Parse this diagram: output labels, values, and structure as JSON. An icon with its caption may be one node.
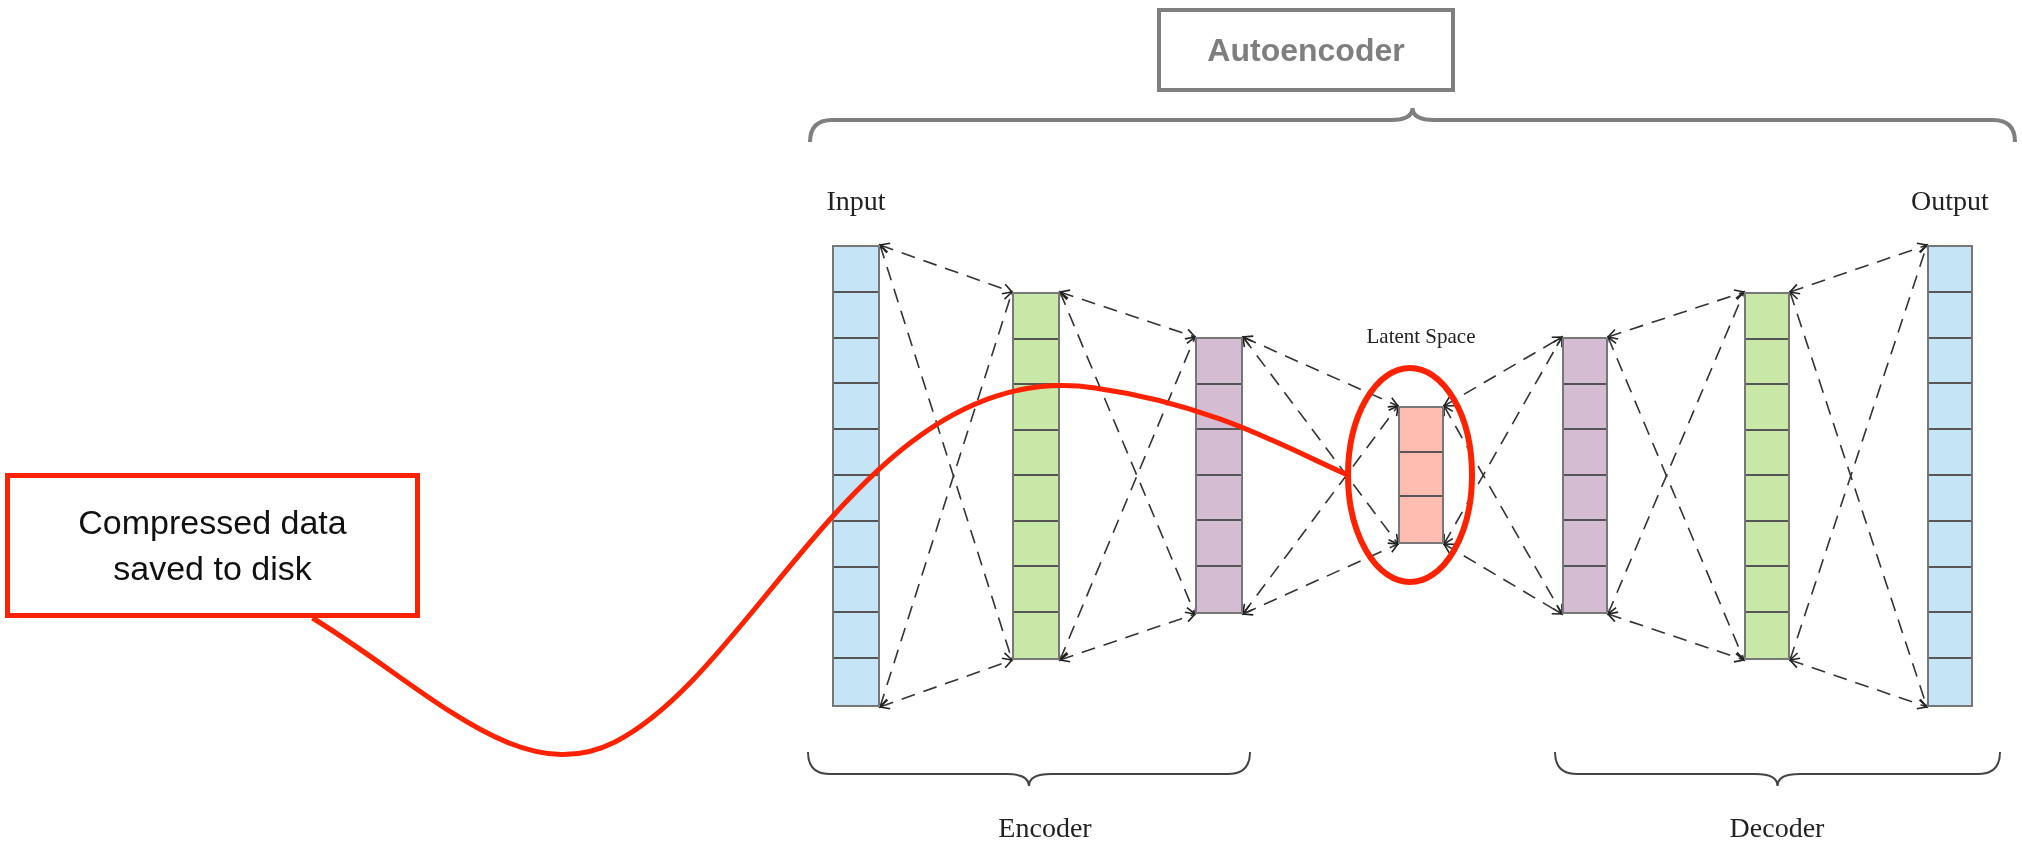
{
  "diagram": {
    "nodes": [
      {
        "text": [
          "Autoencoder"
        ]
      },
      {
        "text": [
          "Input"
        ]
      },
      {
        "text": [],
        "shape": "bar"
      },
      {
        "text": [],
        "shape": "bar"
      },
      {
        "text": [
          "Latent Space"
        ],
        "in": 9
      },
      {
        "text": [],
        "shape": "bar"
      },
      {
        "text": [],
        "shape": "bar"
      },
      {
        "text": [
          "Output"
        ]
      },
      {
        "text": [
          "Compressed data saved to disk"
        ]
      },
      {
        "text": [],
        "shape": "ellipse"
      }
    ],
    "edges": [
      {
        "from": 1,
        "to": 2,
        "arrow": "both",
        "style": "dashed"
      },
      {
        "from": 1,
        "to": 2,
        "arrow": "both",
        "style": "dashed"
      },
      {
        "from": 1,
        "to": 2,
        "arrow": "both",
        "style": "dashed"
      },
      {
        "from": 1,
        "to": 2,
        "arrow": "both",
        "style": "dashed"
      },
      {
        "from": 2,
        "to": 3,
        "arrow": "both",
        "style": "dashed"
      },
      {
        "from": 2,
        "to": 3,
        "arrow": "both",
        "style": "dashed"
      },
      {
        "from": 2,
        "to": 3,
        "arrow": "both",
        "style": "dashed"
      },
      {
        "from": 2,
        "to": 3,
        "arrow": "both",
        "style": "dashed"
      },
      {
        "from": 3,
        "to": 4,
        "arrow": "both",
        "style": "dashed"
      },
      {
        "from": 3,
        "to": 4,
        "arrow": "both",
        "style": "dashed"
      },
      {
        "from": 3,
        "to": 4,
        "arrow": "both",
        "style": "dashed"
      },
      {
        "from": 3,
        "to": 4,
        "arrow": "both",
        "style": "dashed"
      },
      {
        "from": 4,
        "to": 5,
        "arrow": "both",
        "style": "dashed"
      },
      {
        "from": 4,
        "to": 5,
        "arrow": "both",
        "style": "dashed"
      },
      {
        "from": 4,
        "to": 5,
        "arrow": "both",
        "style": "dashed"
      },
      {
        "from": 4,
        "to": 5,
        "arrow": "both",
        "style": "dashed"
      },
      {
        "from": 5,
        "to": 6,
        "arrow": "both",
        "style": "dashed"
      },
      {
        "from": 5,
        "to": 6,
        "arrow": "both",
        "style": "dashed"
      },
      {
        "from": 5,
        "to": 6,
        "arrow": "both",
        "style": "dashed"
      },
      {
        "from": 5,
        "to": 6,
        "arrow": "both",
        "style": "dashed"
      },
      {
        "from": 6,
        "to": 7,
        "arrow": "both",
        "style": "dashed"
      },
      {
        "from": 6,
        "to": 7,
        "arrow": "both",
        "style": "dashed"
      },
      {
        "from": 6,
        "to": 7,
        "arrow": "both",
        "style": "dashed"
      },
      {
        "from": 6,
        "to": 7,
        "arrow": "both",
        "style": "dashed"
      },
      {
        "from": 8,
        "to": 9,
        "arrow": "none",
        "style": "thick",
        "color": "#ff2200"
      }
    ],
    "labels": [
      "Encoder",
      "Decoder"
    ]
  }
}
